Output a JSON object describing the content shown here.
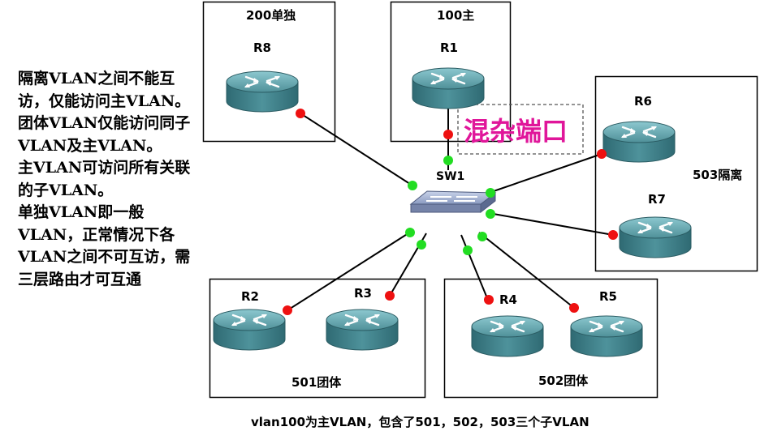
{
  "annotation": {
    "paragraphs": [
      "隔离VLAN之间不能互访，仅能访问主VLAN。",
      "团体VLAN仅能访问同子VLAN及主VLAN。",
      "主VLAN可访问所有关联的子VLAN。",
      "单独VLAN即一般VLAN，正常情况下各VLAN之间不可互访，需三层路由才可互通"
    ]
  },
  "groups": {
    "g200": "200单独",
    "g100": "100主",
    "g503": "503隔离",
    "g501": "501团体",
    "g502": "502团体"
  },
  "devices": {
    "switch": "SW1",
    "r1": "R1",
    "r2": "R2",
    "r3": "R3",
    "r4": "R4",
    "r5": "R5",
    "r6": "R6",
    "r7": "R7",
    "r8": "R8"
  },
  "promiscuous_label": "混杂端口",
  "caption": "vlan100为主VLAN，包含了501，502，503三个子VLAN",
  "colors": {
    "router_top": "#5f9ea6",
    "router_body": "#3f7f88",
    "port_green": "#22dd22",
    "port_red": "#ee1111",
    "promiscuous_text": "#e0169a"
  }
}
